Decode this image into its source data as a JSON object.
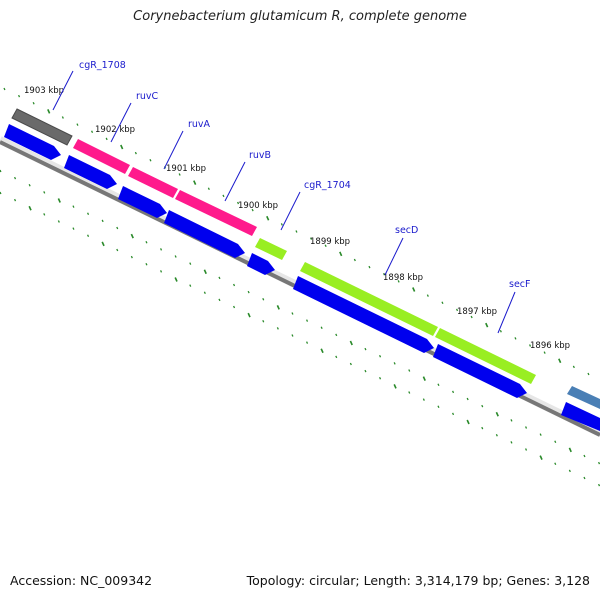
{
  "title": "Corynebacterium glutamicum R, complete genome",
  "accession": "Accession: NC_009342",
  "summary": "Topology: circular; Length: 3,314,179 bp; Genes: 3,128",
  "kbp_labels": [
    "1903 kbp",
    "1902 kbp",
    "1901 kbp",
    "1900 kbp",
    "1899 kbp",
    "1898 kbp",
    "1897 kbp",
    "1896 kbp"
  ],
  "gene_labels": [
    "cgR_1708",
    "ruvC",
    "ruvA",
    "ruvB",
    "cgR_1704",
    "secD",
    "secF"
  ],
  "colors": {
    "gene_gray": "#6a6a6a",
    "gene_pink": "#ff1a8c",
    "gene_green": "#99ee22",
    "gene_blue": "#4a7fb5",
    "cds_blue": "#0000ee",
    "tick_green": "#2a8a2a",
    "backbone": "#777777",
    "label_blue": "#1a1acc"
  }
}
